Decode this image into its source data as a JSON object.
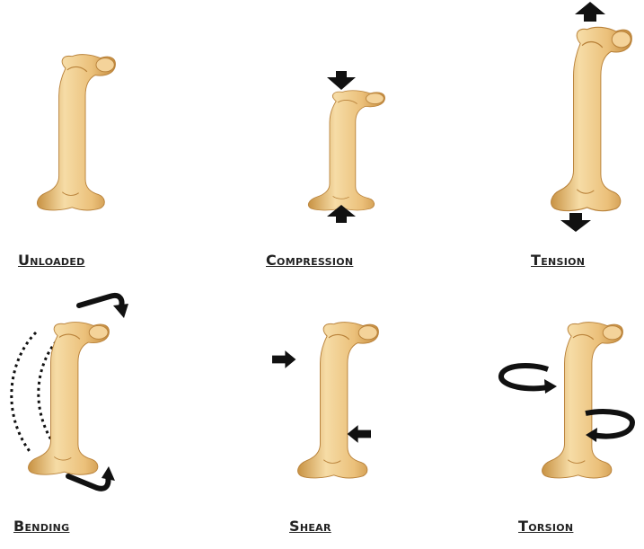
{
  "colors": {
    "bone_light": "#f4d39a",
    "bone_mid": "#e6b868",
    "bone_dark": "#c89243",
    "arrow": "#111111"
  },
  "panels": [
    {
      "label": "Unloaded",
      "icon": "femur-bone-icon"
    },
    {
      "label": "Compression",
      "icon": "femur-bone-icon"
    },
    {
      "label": "Tension",
      "icon": "femur-bone-icon"
    },
    {
      "label": "Bending",
      "icon": "femur-bone-icon"
    },
    {
      "label": "Shear",
      "icon": "femur-bone-icon"
    },
    {
      "label": "Torsion",
      "icon": "femur-bone-icon"
    }
  ]
}
